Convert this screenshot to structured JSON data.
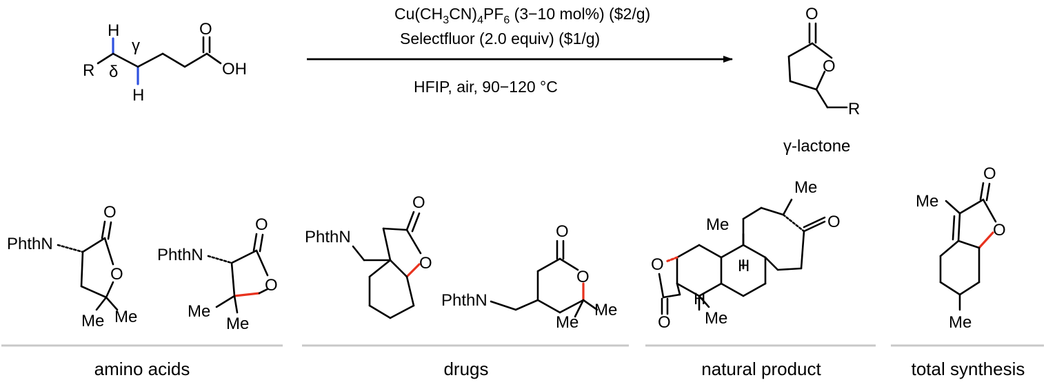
{
  "substrate": {
    "r": "R",
    "h_top": "H",
    "h_bottom": "H",
    "gamma": "γ",
    "delta": "δ",
    "oxygen": "O",
    "hydroxyl": "OH"
  },
  "conditions": {
    "catalyst": {
      "main": "Cu(CH",
      "sub1": "3",
      "mid": "CN)",
      "sub2": "4",
      "pf": "PF",
      "sub3": "6",
      "rest": " (3−10 mol%) ($2/g)"
    },
    "oxidant": "Selectfluor (2.0 equiv) ($1/g)",
    "solvent": "HFIP, air, 90−120 °C"
  },
  "product": {
    "carbonyl_o": "O",
    "ring_o": "O",
    "r": "R",
    "label": "γ-lactone"
  },
  "examples": {
    "amino_acid_1": {
      "phthn": "PhthN",
      "o1": "O",
      "o2": "O",
      "me1": "Me",
      "me2": "Me"
    },
    "amino_acid_2": {
      "phthn": "PhthN",
      "o1": "O",
      "o2": "O",
      "me1": "Me",
      "me2": "Me"
    },
    "drug_1": {
      "phthn": "PhthN",
      "o1": "O",
      "o2": "O"
    },
    "drug_2": {
      "phthn": "PhthN",
      "o1": "O",
      "o2": "O",
      "me1": "Me",
      "me2": "Me"
    },
    "natural_product": {
      "me_top": "Me",
      "me_mid": "Me",
      "me_bot": "Me",
      "h1": "H",
      "h2": "H",
      "o_ketone": "O",
      "o_ring": "O",
      "o_carbonyl": "O"
    },
    "total_synthesis": {
      "me_top": "Me",
      "me_bot": "Me",
      "o1": "O",
      "o2": "O"
    }
  },
  "categories": {
    "amino_acids": "amino acids",
    "drugs": "drugs",
    "natural_product": "natural product",
    "total_synthesis": "total synthesis"
  },
  "colors": {
    "highlight_ch": "#2f52e0",
    "highlight_co": "#e8321e",
    "divider": "#c8c8c8"
  }
}
